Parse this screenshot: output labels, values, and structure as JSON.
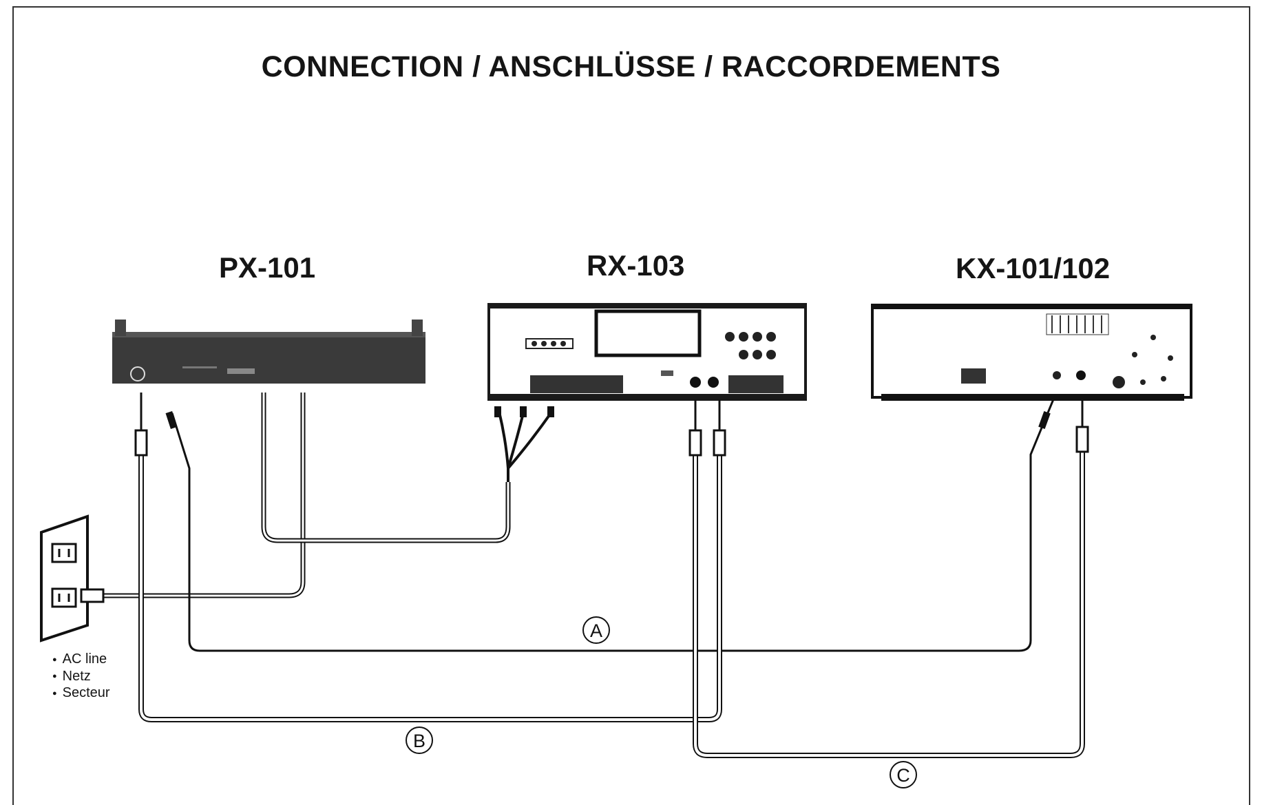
{
  "title": "CONNECTION / ANSCHLÜSSE / RACCORDEMENTS",
  "devices": {
    "player": "PX-101",
    "receiver": "RX-103",
    "deck": "KX-101/102"
  },
  "cables": {
    "a": "A",
    "b": "B",
    "c": "C"
  },
  "ac_outlet": {
    "lines": [
      "AC line",
      "Netz",
      "Secteur"
    ]
  }
}
